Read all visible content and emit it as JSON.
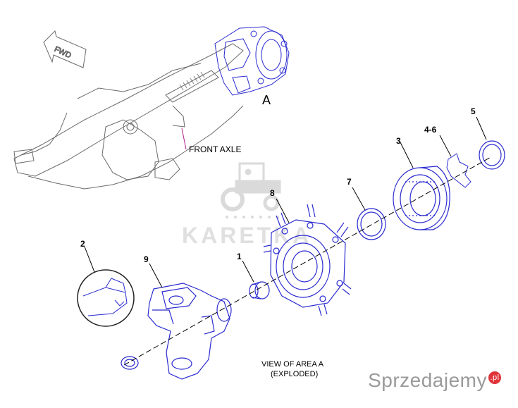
{
  "diagram": {
    "direction_label": "FWD",
    "area_label": "A",
    "front_axle_label": "FRONT AXLE",
    "view_caption_line1": "VIEW OF AREA A",
    "view_caption_line2": "(EXPLODED)",
    "callouts": {
      "c1": "1",
      "c2": "2",
      "c3": "3",
      "c4_6": "4-6",
      "c5": "5",
      "c7": "7",
      "c8": "8",
      "c9": "9"
    }
  },
  "watermark": {
    "text": "KARETKA"
  },
  "site_brand": {
    "text": "Sprzedajemy",
    "suffix": ".pl"
  },
  "colors": {
    "part_blue": "#2a2ad0",
    "outline_gray": "#6a6a6a",
    "leader_magenta": "#b0208a",
    "watermark_gray": "#c8c8c8",
    "brand_red": "#e0343a"
  }
}
